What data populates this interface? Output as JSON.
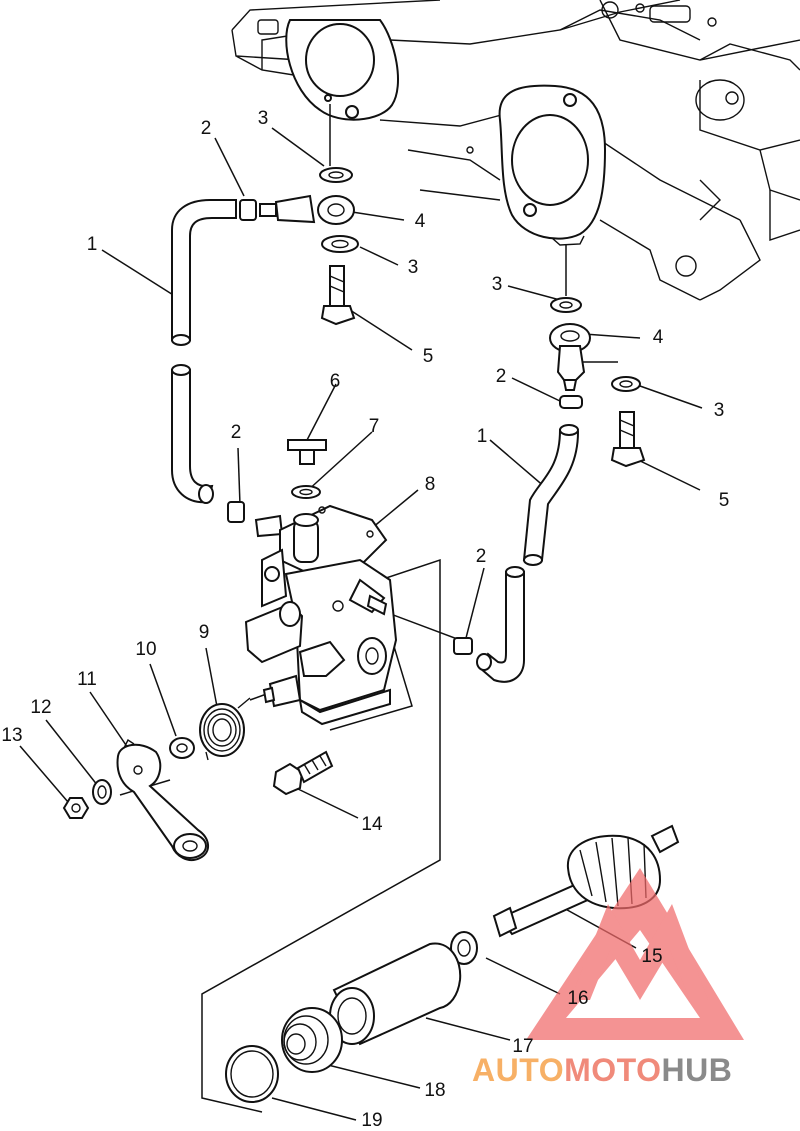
{
  "callouts": [
    {
      "id": "c2a",
      "text": "2"
    },
    {
      "id": "c3a",
      "text": "3"
    },
    {
      "id": "c1a",
      "text": "1"
    },
    {
      "id": "c4a",
      "text": "4"
    },
    {
      "id": "c3b",
      "text": "3"
    },
    {
      "id": "c5a",
      "text": "5"
    },
    {
      "id": "c3c",
      "text": "3"
    },
    {
      "id": "c4b",
      "text": "4"
    },
    {
      "id": "c2b",
      "text": "2"
    },
    {
      "id": "c3d",
      "text": "3"
    },
    {
      "id": "c6",
      "text": "6"
    },
    {
      "id": "c7",
      "text": "7"
    },
    {
      "id": "c2c",
      "text": "2"
    },
    {
      "id": "c1b",
      "text": "1"
    },
    {
      "id": "c5b",
      "text": "5"
    },
    {
      "id": "c8",
      "text": "8"
    },
    {
      "id": "c2d",
      "text": "2"
    },
    {
      "id": "c9",
      "text": "9"
    },
    {
      "id": "c10",
      "text": "10"
    },
    {
      "id": "c11",
      "text": "11"
    },
    {
      "id": "c12",
      "text": "12"
    },
    {
      "id": "c13",
      "text": "13"
    },
    {
      "id": "c14",
      "text": "14"
    },
    {
      "id": "c15",
      "text": "15"
    },
    {
      "id": "c16",
      "text": "16"
    },
    {
      "id": "c17",
      "text": "17"
    },
    {
      "id": "c18",
      "text": "18"
    },
    {
      "id": "c19",
      "text": "19"
    }
  ],
  "watermark": {
    "part1": "AUTO",
    "part2": "MOTO",
    "part3": "HUB",
    "color_light": "#f7b066",
    "color_mid": "#f08a7a",
    "color_dark": "#8a8a8a",
    "triangle_color": "#f06a6a"
  }
}
